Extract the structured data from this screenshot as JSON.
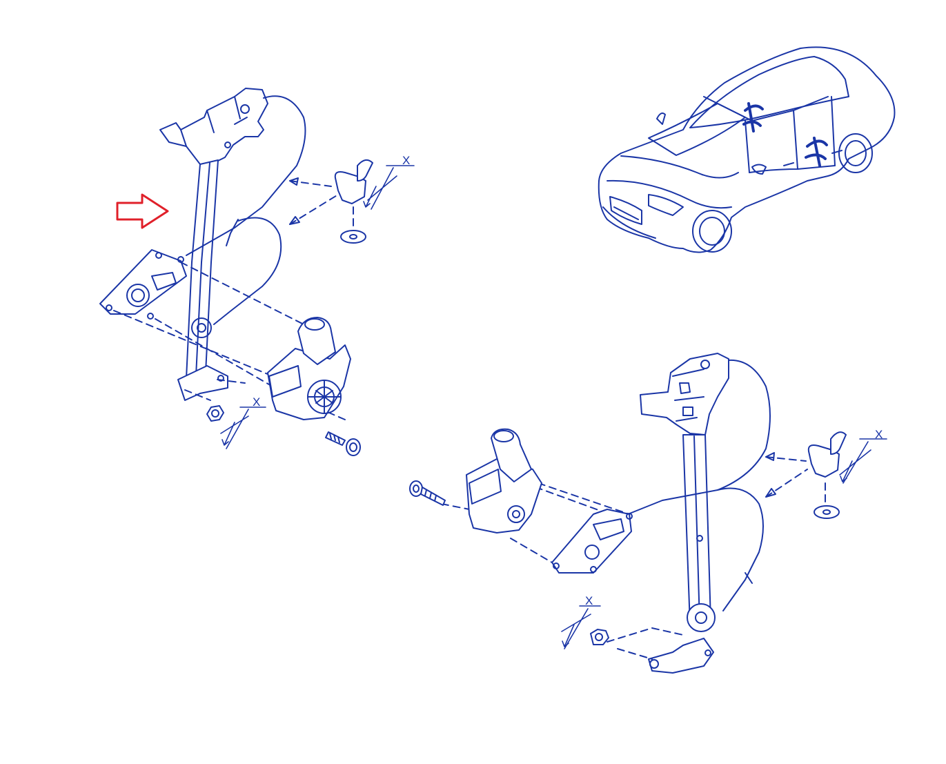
{
  "colors": {
    "line": "#1a35a6",
    "arrow": "#e0202a",
    "background": "#ffffff"
  },
  "labels": {
    "dim_left_clip": "X",
    "dim_left_nut": "X",
    "dim_right_clip": "X",
    "dim_right_nut": "X"
  },
  "icons": {
    "callout_arrow": "red-outline-arrow-right"
  }
}
